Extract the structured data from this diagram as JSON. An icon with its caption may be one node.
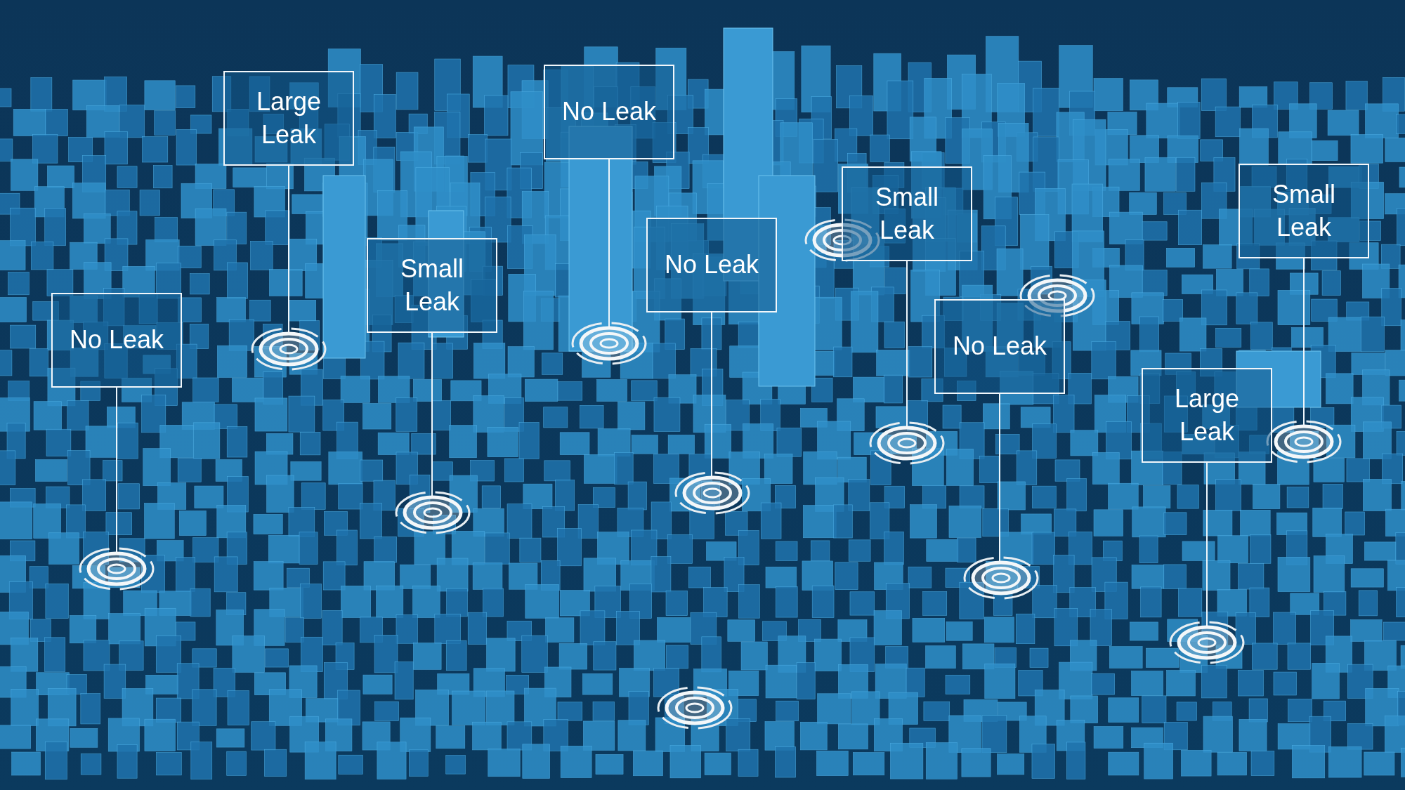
{
  "diagram": {
    "nodes": [
      {
        "text": [
          "Large Leak"
        ]
      },
      {
        "text": [
          "No Leak"
        ]
      },
      {
        "text": [
          "Small Leak"
        ]
      },
      {
        "text": [
          "Small Leak"
        ]
      },
      {
        "text": [
          "No Leak"
        ]
      },
      {
        "text": [
          "Small Leak"
        ]
      },
      {
        "text": [
          "No Leak"
        ]
      },
      {
        "text": [
          "No Leak"
        ]
      },
      {
        "text": [
          "Large Leak"
        ]
      },
      {
        "text": [],
        "shape": "circle"
      },
      {
        "text": [],
        "shape": "circle"
      },
      {
        "text": [],
        "shape": "circle"
      },
      {
        "text": [],
        "shape": "circle"
      },
      {
        "text": [],
        "shape": "circle"
      },
      {
        "text": [],
        "shape": "circle"
      },
      {
        "text": [],
        "shape": "circle"
      },
      {
        "text": [],
        "shape": "circle"
      },
      {
        "text": [],
        "shape": "circle"
      },
      {
        "text": [],
        "shape": "circle"
      },
      {
        "text": [],
        "shape": "circle"
      },
      {
        "text": [],
        "shape": "circle"
      }
    ],
    "edges": [
      {
        "from": 0,
        "to": 10,
        "arrow": "none"
      },
      {
        "from": 1,
        "to": 12,
        "arrow": "none"
      },
      {
        "from": 2,
        "to": 16,
        "arrow": "none"
      },
      {
        "from": 3,
        "to": 20,
        "arrow": "none"
      },
      {
        "from": 4,
        "to": 9,
        "arrow": "none"
      },
      {
        "from": 5,
        "to": 11,
        "arrow": "none"
      },
      {
        "from": 6,
        "to": 14,
        "arrow": "none"
      },
      {
        "from": 7,
        "to": 17,
        "arrow": "none"
      },
      {
        "from": 8,
        "to": 19,
        "arrow": "none"
      }
    ]
  }
}
